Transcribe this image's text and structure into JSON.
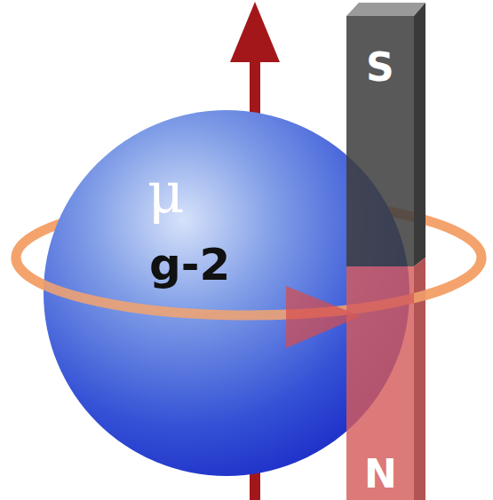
{
  "diagram": {
    "nodes": [
      {
        "text": [
          "μ",
          "g-2"
        ]
      },
      {
        "text": [
          "S"
        ]
      },
      {
        "text": [
          "N"
        ]
      }
    ]
  }
}
